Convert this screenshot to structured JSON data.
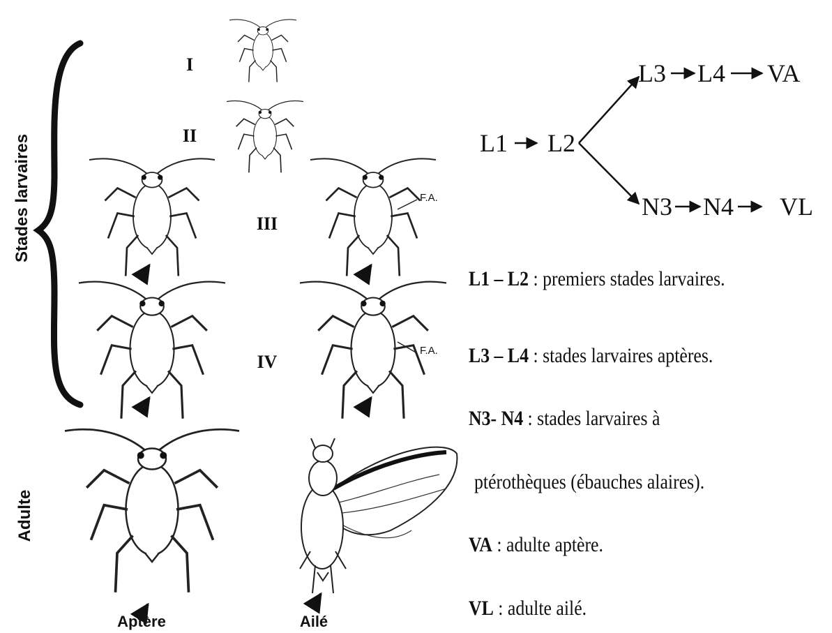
{
  "side_labels": {
    "larval": "Stades larvaires",
    "adult": "Adulte"
  },
  "stages": [
    "I",
    "II",
    "III",
    "IV"
  ],
  "fa_label": "F.A.",
  "captions": {
    "apterous": "Aptère",
    "winged": "Ailé"
  },
  "flow": {
    "l1": "L1",
    "l2": "L2",
    "l3": "L3",
    "l4": "L4",
    "va": "VA",
    "n3": "N3",
    "n4": "N4",
    "vl": "VL"
  },
  "legend": [
    {
      "term": "L1 – L2",
      "text": " : premiers stades larvaires."
    },
    {
      "term": "L3 – L4",
      "text": " : stades larvaires aptères."
    },
    {
      "term": "N3- N4",
      "text": " : stades larvaires à"
    },
    {
      "term": "",
      "text": "ptérothèques (ébauches alaires)."
    },
    {
      "term": "VA",
      "text": " : adulte aptère."
    },
    {
      "term": "VL",
      "text": " : adulte ailé."
    }
  ],
  "colors": {
    "ink": "#111111",
    "background": "#ffffff"
  }
}
